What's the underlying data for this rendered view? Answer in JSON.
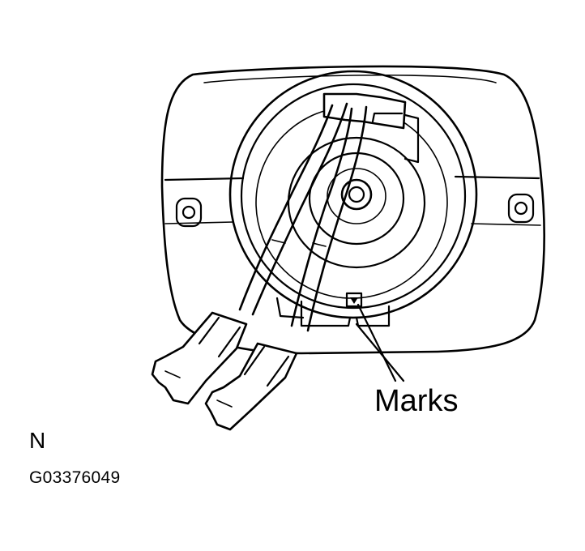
{
  "labels": {
    "marks": "Marks",
    "view_letter": "N",
    "figure_code": "G03376049"
  }
}
